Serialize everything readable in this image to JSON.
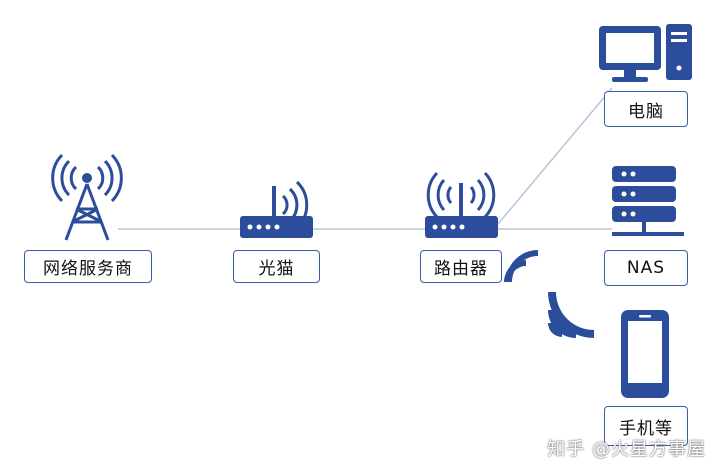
{
  "nodes": {
    "isp": "网络服务商",
    "modem": "光猫",
    "router": "路由器",
    "pc": "电脑",
    "nas": "NAS",
    "phone": "手机等"
  },
  "watermark": "知乎 @火星方事屋",
  "colors": {
    "icon": "#2b4d9b",
    "line": "#b8c6d8",
    "border": "#3a5fa8"
  }
}
